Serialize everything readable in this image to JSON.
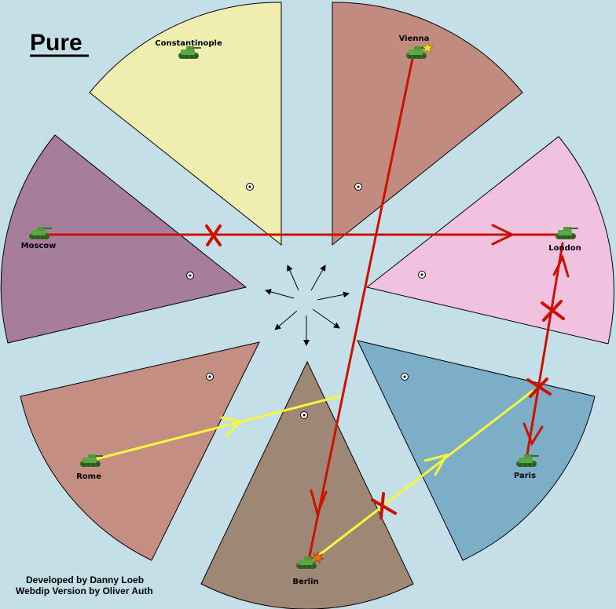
{
  "map": {
    "title": "Pure",
    "credits": [
      "Developed by Danny Loeb",
      "Webdip Version by Oliver Auth"
    ],
    "colors": {
      "background": "#c5dfe9",
      "Constantinople": "#efedaf",
      "Vienna": "#c28b80",
      "London": "#f1c2e0",
      "Paris": "#7cafc7",
      "Berlin": "#9f8776",
      "Rome": "#c58e82",
      "Moscow": "#a77d9c",
      "order_red": "#cc1100",
      "order_yellow": "#f7f73a",
      "unit_green": "#4f9b3a"
    },
    "territories": [
      {
        "name": "Constantinople"
      },
      {
        "name": "Vienna"
      },
      {
        "name": "London"
      },
      {
        "name": "Paris"
      },
      {
        "name": "Berlin"
      },
      {
        "name": "Rome"
      },
      {
        "name": "Moscow"
      }
    ]
  }
}
